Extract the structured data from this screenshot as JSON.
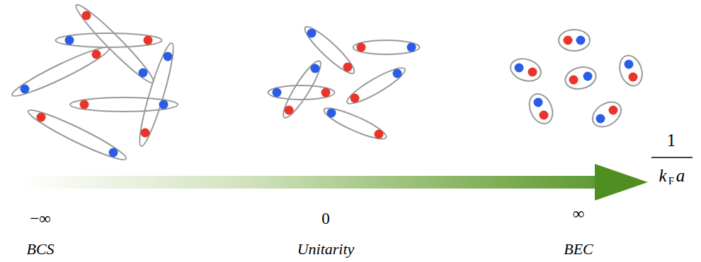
{
  "diagram": {
    "labels": [
      "1",
      "k",
      "F",
      "a",
      "−∞",
      "0",
      "∞",
      "BCS",
      "Unitarity",
      "BEC"
    ]
  }
}
